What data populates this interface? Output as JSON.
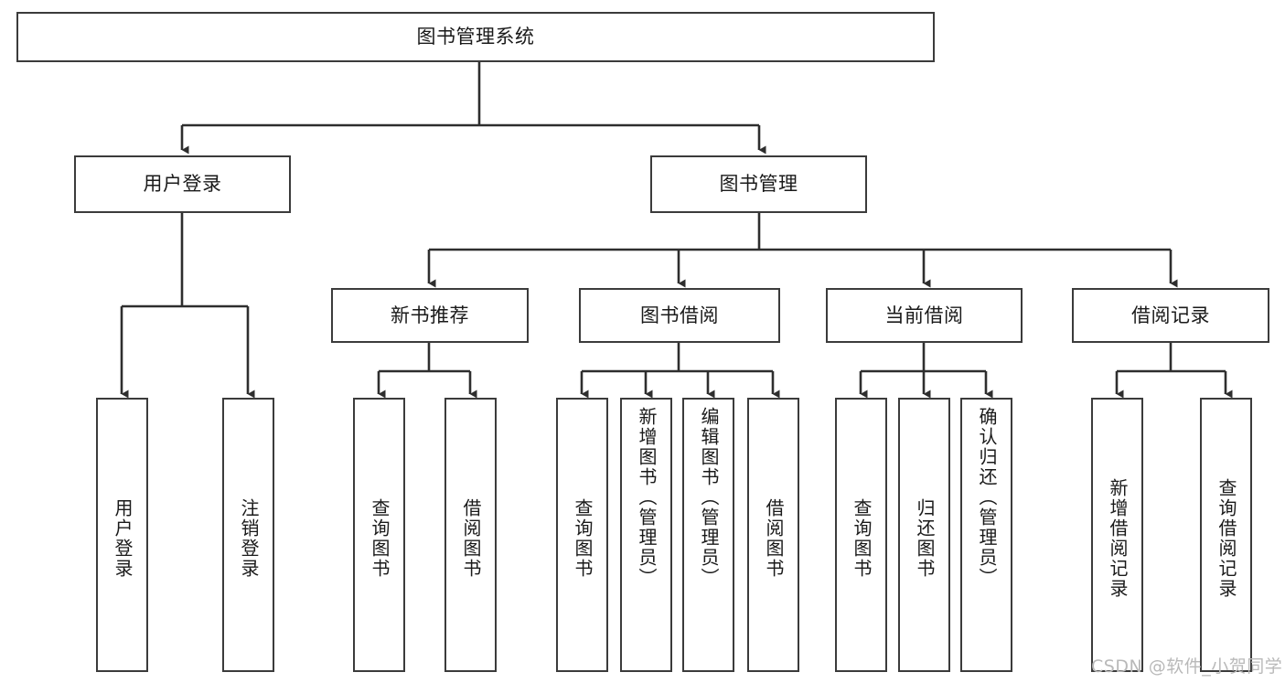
{
  "diagram": {
    "title": "图书管理系统",
    "type": "tree-hierarchy-diagram",
    "orientation": "top-down",
    "watermark": "CSDN @软件_小贺同学",
    "colors": {
      "background": "#ffffff",
      "node_border": "#3b3b3b",
      "node_fill": "#ffffff",
      "connector": "#2e2e2e",
      "text": "#1a1a1a",
      "watermark": "#b9b9b9"
    },
    "root": {
      "id": "root",
      "label": "图书管理系统"
    },
    "level2": [
      {
        "id": "user-login",
        "label": "用户登录"
      },
      {
        "id": "book-manage",
        "label": "图书管理"
      }
    ],
    "level3": [
      {
        "id": "new-book-recommend",
        "label": "新书推荐",
        "parent": "book-manage"
      },
      {
        "id": "book-borrow",
        "label": "图书借阅",
        "parent": "book-manage"
      },
      {
        "id": "current-borrow",
        "label": "当前借阅",
        "parent": "book-manage"
      },
      {
        "id": "borrow-record",
        "label": "借阅记录",
        "parent": "book-manage"
      }
    ],
    "leaves": [
      {
        "id": "leaf-user-login",
        "label": "用户登录",
        "parent": "user-login"
      },
      {
        "id": "leaf-logout",
        "label": "注销登录",
        "parent": "user-login"
      },
      {
        "id": "leaf-query-book-1",
        "label": "查询图书",
        "parent": "new-book-recommend"
      },
      {
        "id": "leaf-borrow-book-1",
        "label": "借阅图书",
        "parent": "new-book-recommend"
      },
      {
        "id": "leaf-query-book-2",
        "label": "查询图书",
        "parent": "book-borrow"
      },
      {
        "id": "leaf-add-book",
        "label": "新增图书（管理员）",
        "parent": "book-borrow"
      },
      {
        "id": "leaf-edit-book",
        "label": "编辑图书（管理员）",
        "parent": "book-borrow"
      },
      {
        "id": "leaf-borrow-book-2",
        "label": "借阅图书",
        "parent": "book-borrow"
      },
      {
        "id": "leaf-query-book-3",
        "label": "查询图书",
        "parent": "current-borrow"
      },
      {
        "id": "leaf-return-book",
        "label": "归还图书",
        "parent": "current-borrow"
      },
      {
        "id": "leaf-confirm-return",
        "label": "确认归还（管理员）",
        "parent": "current-borrow"
      },
      {
        "id": "leaf-add-record",
        "label": "新增借阅记录",
        "parent": "borrow-record"
      },
      {
        "id": "leaf-query-record",
        "label": "查询借阅记录",
        "parent": "borrow-record"
      }
    ]
  }
}
